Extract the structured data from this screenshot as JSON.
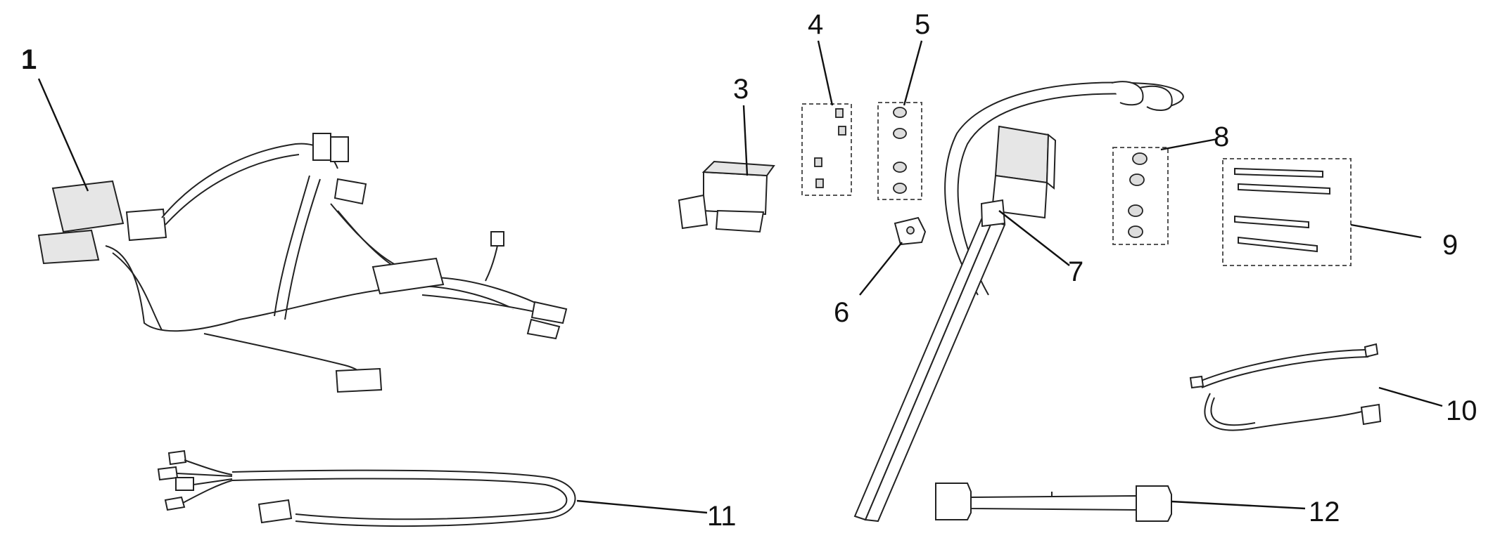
{
  "callouts": {
    "p1": "1",
    "p3": "3",
    "p4": "4",
    "p5": "5",
    "p6": "6",
    "p7": "7",
    "p8": "8",
    "p9": "9",
    "p10": "10",
    "p11": "11",
    "p12": "12"
  }
}
